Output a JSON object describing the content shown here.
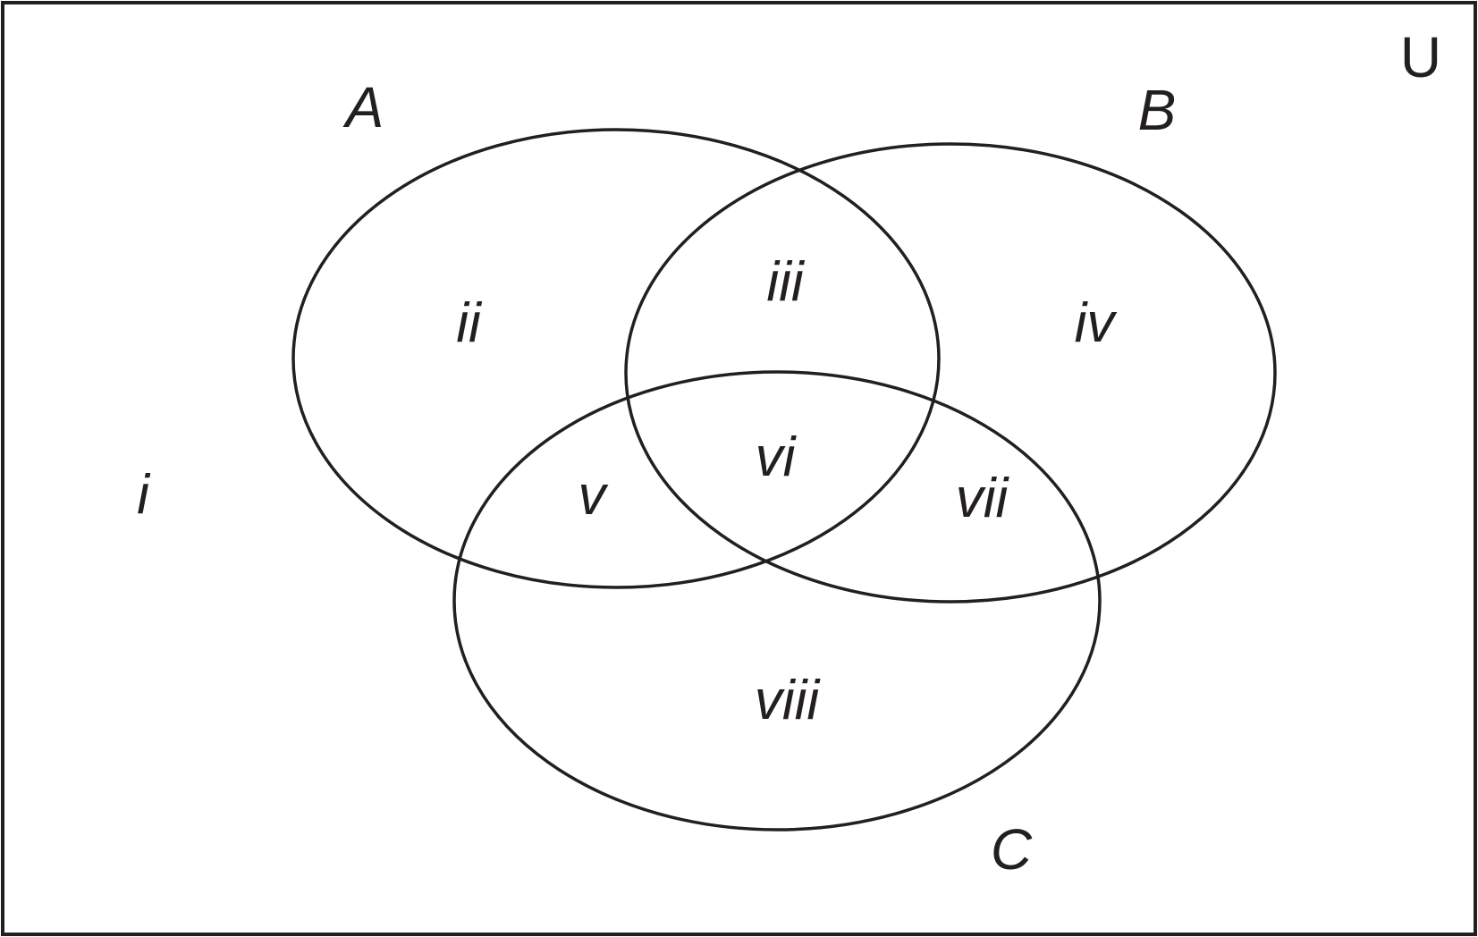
{
  "diagram": {
    "type": "venn",
    "universe": {
      "label": "U"
    },
    "sets": [
      {
        "id": "set-a",
        "label": "A"
      },
      {
        "id": "set-b",
        "label": "B"
      },
      {
        "id": "set-c",
        "label": "C"
      }
    ],
    "regions": [
      {
        "id": "region-i",
        "label": "i",
        "members": []
      },
      {
        "id": "region-ii",
        "label": "ii",
        "members": [
          "A"
        ]
      },
      {
        "id": "region-iii",
        "label": "iii",
        "members": [
          "A",
          "B"
        ]
      },
      {
        "id": "region-iv",
        "label": "iv",
        "members": [
          "B"
        ]
      },
      {
        "id": "region-v",
        "label": "v",
        "members": [
          "A",
          "C"
        ]
      },
      {
        "id": "region-vi",
        "label": "vi",
        "members": [
          "A",
          "B",
          "C"
        ]
      },
      {
        "id": "region-vii",
        "label": "vii",
        "members": [
          "B",
          "C"
        ]
      },
      {
        "id": "region-viii",
        "label": "viii",
        "members": [
          "C"
        ]
      }
    ],
    "colors": {
      "line": "#231f20",
      "text": "#231f20",
      "background": "#ffffff"
    }
  }
}
